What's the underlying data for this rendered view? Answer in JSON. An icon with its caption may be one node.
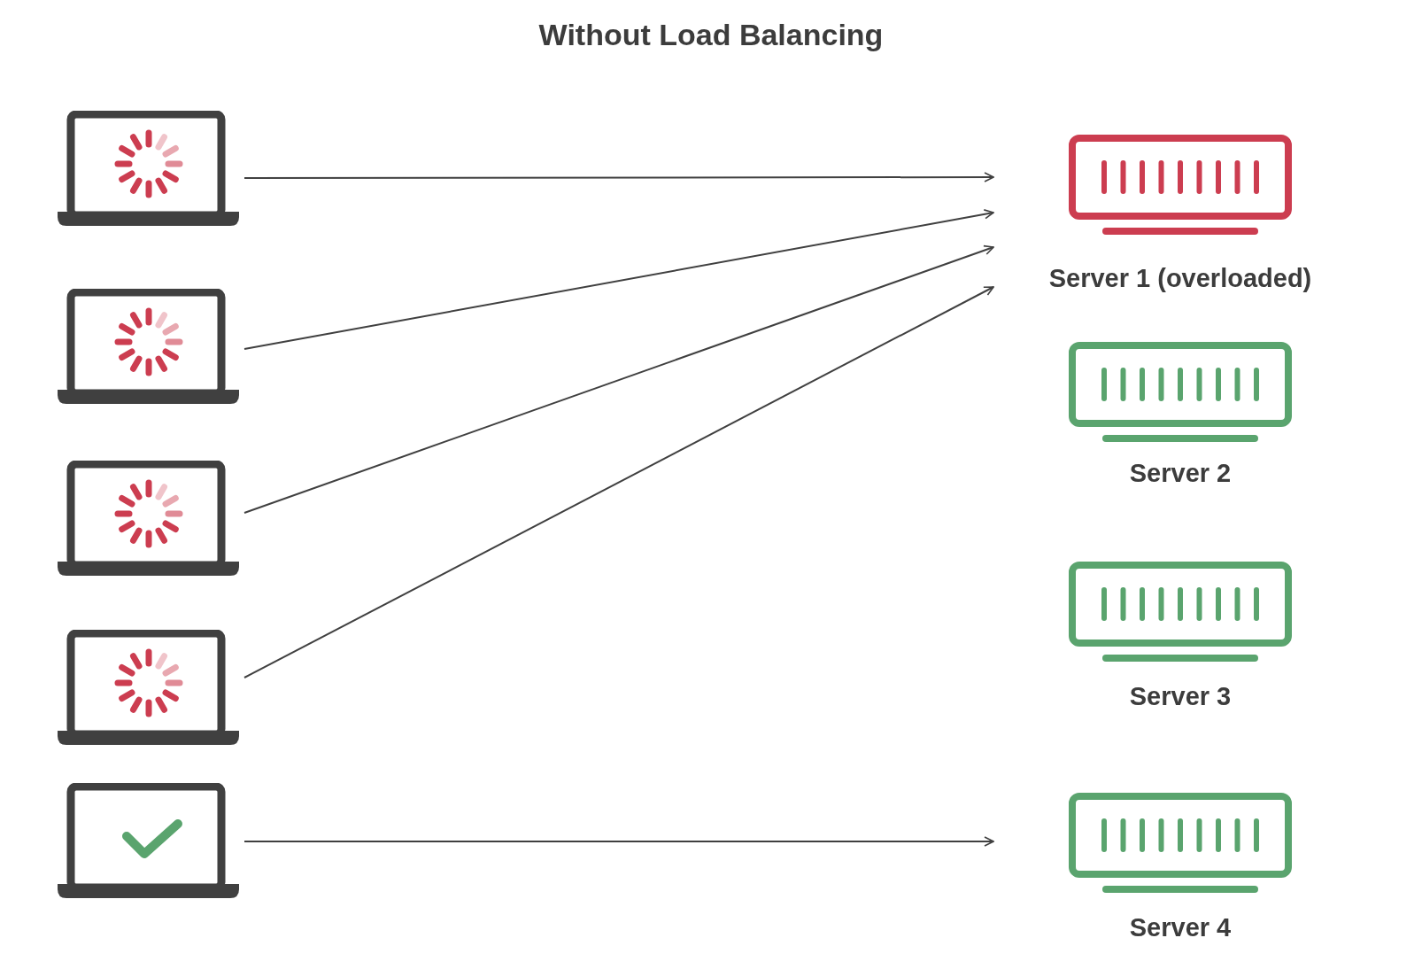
{
  "diagram": {
    "title": "Without Load Balancing",
    "nodes": [
      {
        "text": [],
        "shape": "picture"
      },
      {
        "text": [],
        "shape": "picture"
      },
      {
        "text": [],
        "shape": "picture"
      },
      {
        "text": [],
        "shape": "picture"
      },
      {
        "text": [],
        "shape": "picture"
      },
      {
        "text": [
          "Server 1 (overloaded)"
        ]
      },
      {
        "text": [
          "Server 2"
        ]
      },
      {
        "text": [
          "Server 3"
        ]
      },
      {
        "text": [
          "Server 4"
        ]
      }
    ],
    "edges": [
      {
        "from": 0,
        "to": 5,
        "arrow": "to"
      },
      {
        "from": 1,
        "to": 5,
        "arrow": "to"
      },
      {
        "from": 2,
        "to": 5,
        "arrow": "to"
      },
      {
        "from": 3,
        "to": 5,
        "arrow": "to"
      },
      {
        "from": 4,
        "to": 8,
        "arrow": "to"
      }
    ]
  }
}
